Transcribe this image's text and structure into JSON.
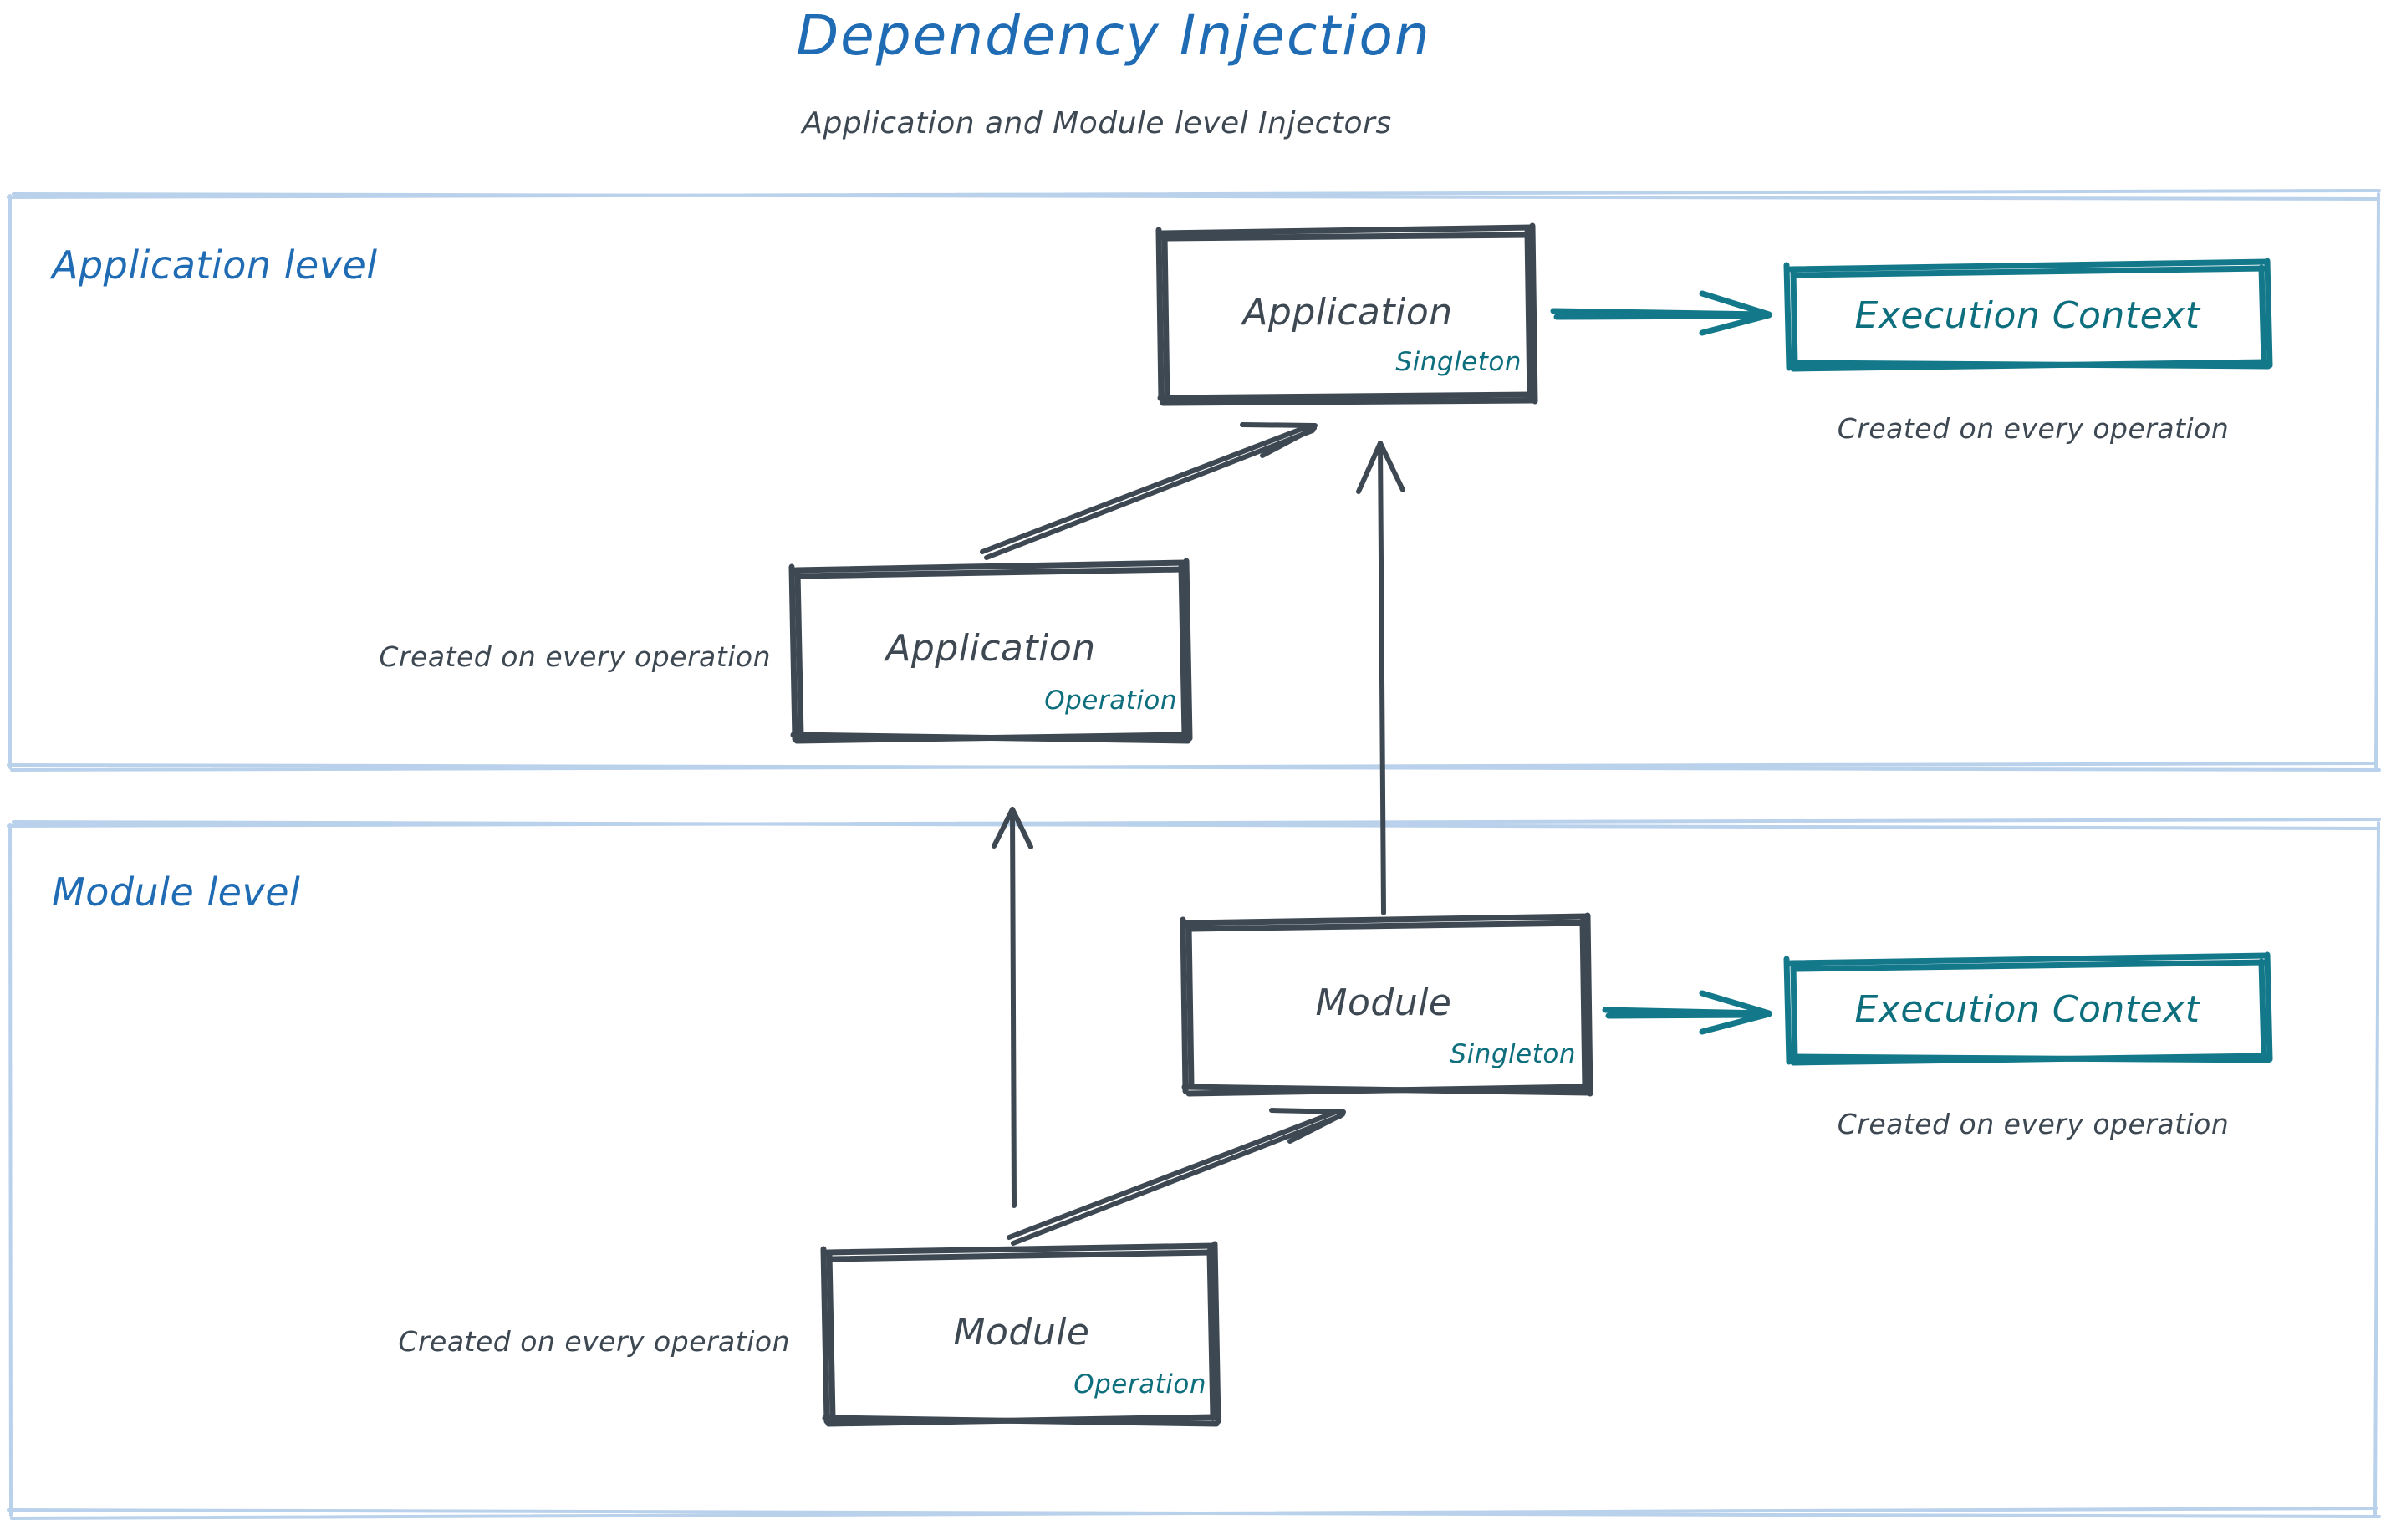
{
  "header": {
    "title": "Dependency Injection",
    "subtitle": "Application and Module level Injectors",
    "title_color": "#1f6cb4",
    "subtitle_color": "#3d4852"
  },
  "colors": {
    "panel_border": "#b9d1ea",
    "panel_label": "#1f6cb4",
    "node_stroke": "#3d4852",
    "node_text": "#3d4852",
    "badge_teal": "#0d6e7d",
    "context_stroke": "#12788a",
    "arrow_dark": "#3d4852",
    "arrow_teal": "#12788a",
    "background": "#ffffff"
  },
  "panels": [
    {
      "id": "application-level",
      "label": "Application level",
      "nodes": [
        {
          "id": "application-singleton",
          "title": "Application",
          "badge": "Singleton"
        },
        {
          "id": "application-operation",
          "title": "Application",
          "badge": "Operation",
          "note": "Created on every operation"
        },
        {
          "id": "execution-context-application",
          "title": "Execution Context",
          "note": "Created on every operation"
        }
      ]
    },
    {
      "id": "module-level",
      "label": "Module level",
      "nodes": [
        {
          "id": "module-singleton",
          "title": "Module",
          "badge": "Singleton"
        },
        {
          "id": "module-operation",
          "title": "Module",
          "badge": "Operation",
          "note": "Created on every operation"
        },
        {
          "id": "execution-context-module",
          "title": "Execution Context",
          "note": "Created on every operation"
        }
      ]
    }
  ],
  "edges": [
    {
      "id": "app-operation-to-app-singleton",
      "from": "application-operation",
      "to": "application-singleton",
      "style": "dark"
    },
    {
      "id": "app-singleton-to-execution-context",
      "from": "application-singleton",
      "to": "execution-context-application",
      "style": "teal"
    },
    {
      "id": "module-singleton-to-app-singleton",
      "from": "module-singleton",
      "to": "application-singleton",
      "style": "dark"
    },
    {
      "id": "module-operation-to-app-operation",
      "from": "module-operation",
      "to": "application-operation",
      "style": "dark"
    },
    {
      "id": "module-operation-to-module-singleton",
      "from": "module-operation",
      "to": "module-singleton",
      "style": "dark"
    },
    {
      "id": "module-singleton-to-execution-context",
      "from": "module-singleton",
      "to": "execution-context-module",
      "style": "teal"
    }
  ]
}
